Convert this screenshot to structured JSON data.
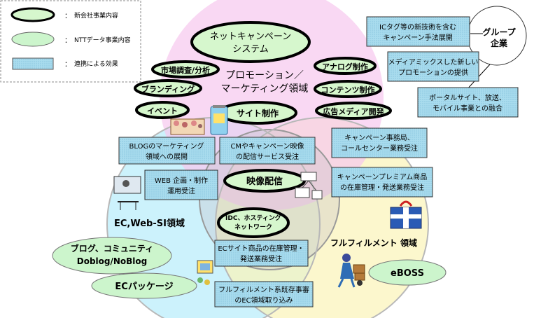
{
  "legend": {
    "new_company": "新会社事業内容",
    "ntt_data": "NTTデータ事業内容",
    "synergy": "連携による効果",
    "colon": "："
  },
  "group": {
    "line1": "グループ",
    "line2": "企業"
  },
  "regions": {
    "promo": {
      "line1": "プロモーション／",
      "line2": "マーケティング領域"
    },
    "ec": "EC,Web-SI領域",
    "fulfillment": "フルフィルメント 領域"
  },
  "new_items": {
    "net_campaign": {
      "line1": "ネットキャンペーン",
      "line2": "システム"
    },
    "market_research": "市場調査/分析",
    "branding": "ブランディング",
    "event": "イベント",
    "site": "サイト制作",
    "analog": "アナログ制作",
    "contents": "コンテンツ制作",
    "ad_media": "広告メディア開発",
    "video": "映像配信",
    "idc": {
      "line1": "IDC、ホスティング",
      "line2": "ネットワーク"
    }
  },
  "ntt_items": {
    "blog": {
      "line1": "ブログ、コミュニティ",
      "line2": "Doblog/NoBlog"
    },
    "ec_package": "ECパッケージ",
    "eboss": "eBOSS"
  },
  "synergies": {
    "ic_tag": {
      "line1": "ICタグ等の新技術を含む",
      "line2": "キャンペーン手法展開"
    },
    "media_mix": {
      "line1": "メディアミックスした新しい",
      "line2": "プロモーションの提供"
    },
    "portal": {
      "line1": "ポータルサイト、放送、",
      "line2": "モバイル事業との融合"
    },
    "blog_marketing": {
      "line1": "BLOGのマーケティング",
      "line2": "領域への展開"
    },
    "cm_video": {
      "line1": "CMやキャンペーン映像",
      "line2": "の配信サービス受注"
    },
    "campaign_office": {
      "line1": "キャンペーン事務局、",
      "line2": "コールセンター業務受注"
    },
    "web_planning": {
      "line1": "WEB 企画・制作",
      "line2": "運用受注"
    },
    "premium": {
      "line1": "キャンペーンプレミアム商品",
      "line2": "の在庫管理・発送業務受注"
    },
    "ec_inventory": {
      "line1": "ECサイト商品の在庫管理・",
      "line2": "発送業務受注"
    },
    "fulfillment_ec": {
      "line1": "フルフィルメント系既存事審",
      "line2": "のEC領域取り込み"
    }
  },
  "colors": {
    "promo_circle": "#f7c8ee",
    "ec_circle": "#c3f0fb",
    "fulfillment_circle": "#fbf4b8",
    "ntt_oval": "#ccf5cc",
    "synergy_box": "#99d3e8",
    "new_oval": "#d6f7cd"
  }
}
